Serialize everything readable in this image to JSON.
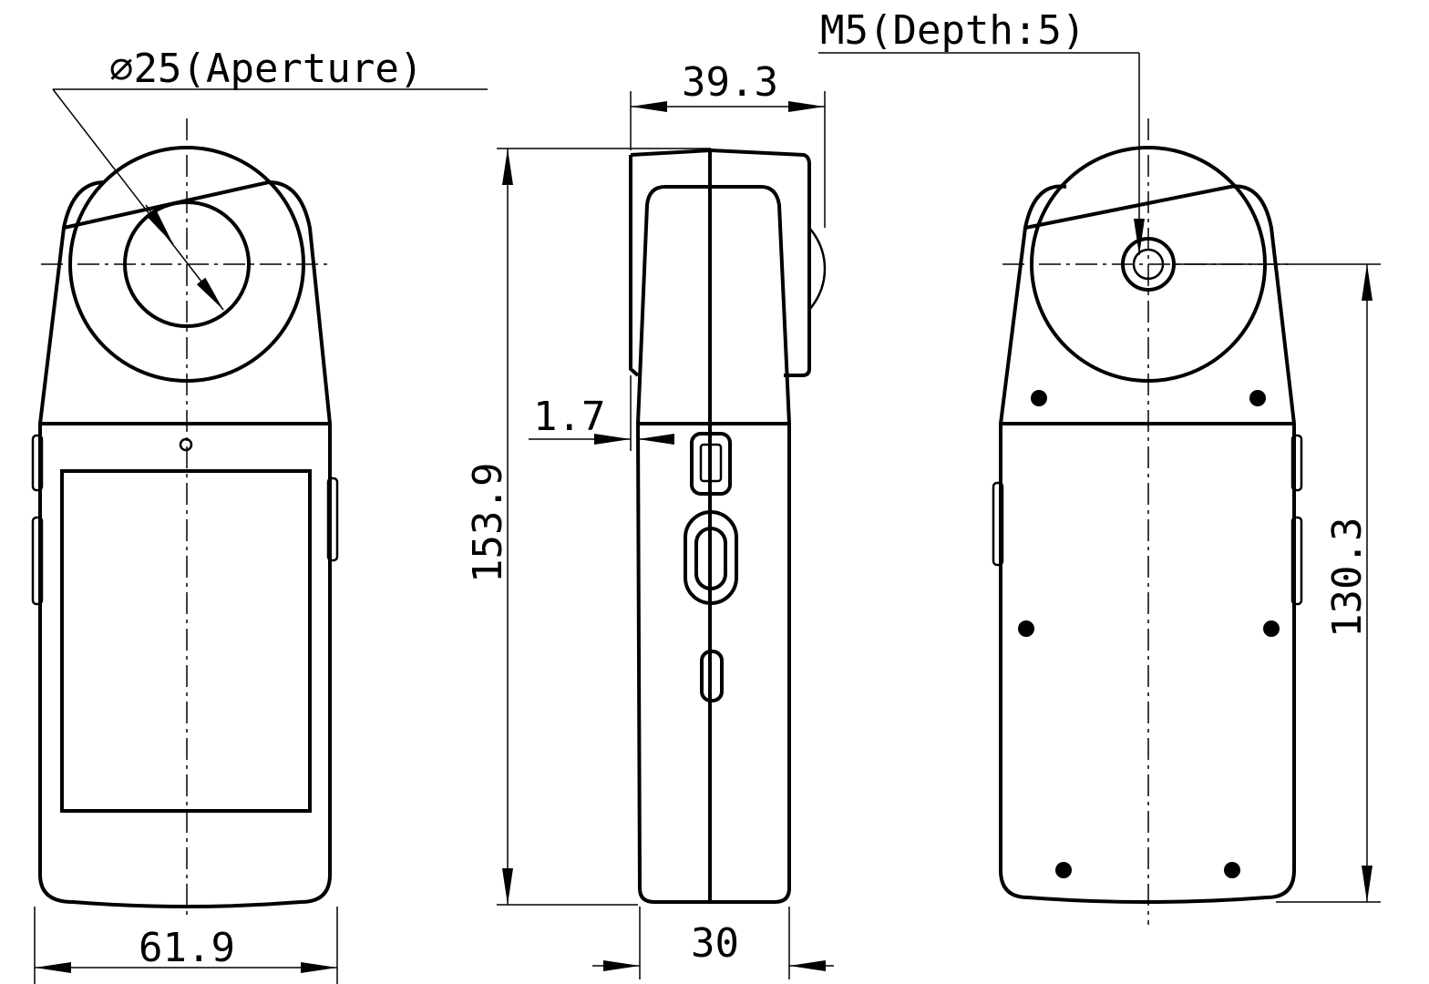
{
  "dimensions": {
    "aperture": "∅25(Aperture)",
    "depth_top": "39.3",
    "thread": "M5(Depth:5)",
    "height_total": "153.9",
    "offset": "1.7",
    "height_mount": "130.3",
    "width_front": "61.9",
    "width_side": "30"
  }
}
